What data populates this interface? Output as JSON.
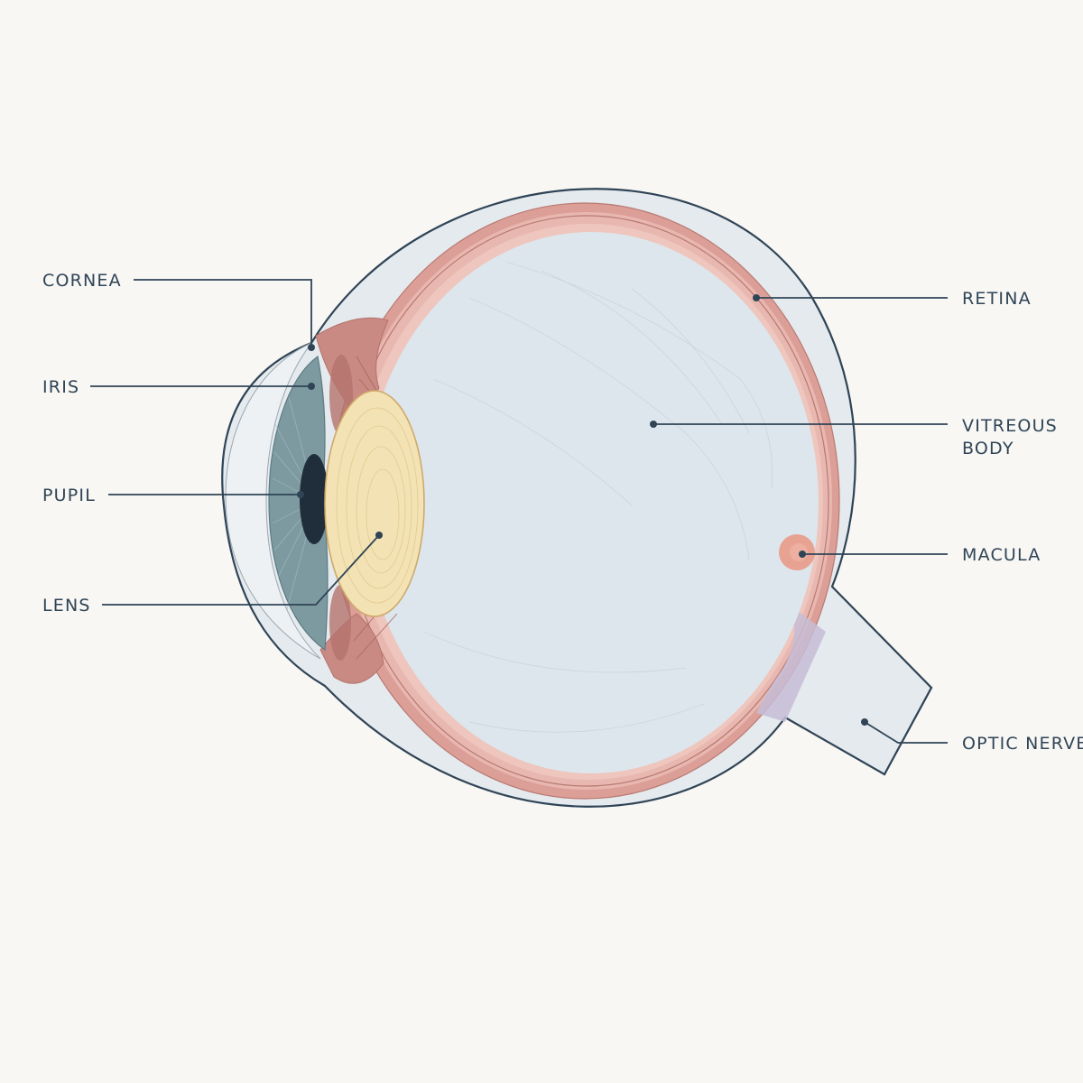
{
  "diagram": {
    "colors": {
      "background": "#f8f7f4",
      "outline": "#2f4456",
      "sclera": "#e5eaee",
      "choroid": "#dc9f98",
      "retina": "#e8b8b0",
      "vitreous": "#dde6ec",
      "iris": "#7e9aa1",
      "pupil": "#1f2e3a",
      "lens": "#f3e2b4",
      "ciliary": "#b4736d",
      "macula": "#e89a88",
      "optic_nerve": "#c7bcd6"
    },
    "labels": {
      "cornea": "CORNEA",
      "iris": "IRIS",
      "pupil": "PUPIL",
      "lens": "LENS",
      "retina": "RETINA",
      "vitreous_line1": "VITREOUS",
      "vitreous_line2": "BODY",
      "macula": "MACULA",
      "optic_nerve": "OPTIC NERVE"
    }
  }
}
